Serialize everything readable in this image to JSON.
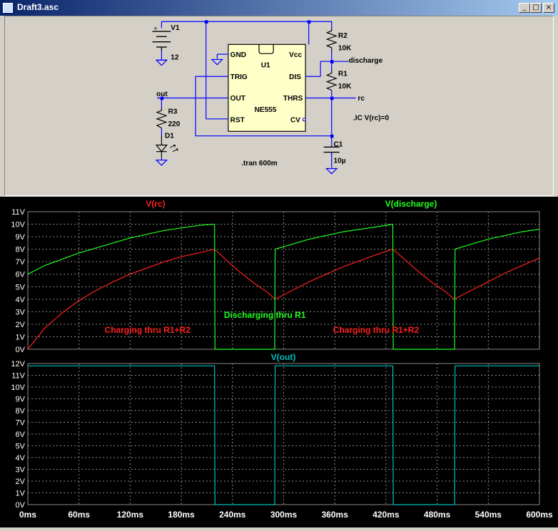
{
  "window": {
    "title": "Draft3.asc",
    "buttons": {
      "minimize": "_",
      "maximize": "□",
      "close": "×"
    }
  },
  "schematic": {
    "v1": {
      "name": "V1",
      "value": "12"
    },
    "r2": {
      "name": "R2",
      "value": "10K"
    },
    "r1": {
      "name": "R1",
      "value": "10K"
    },
    "r3": {
      "name": "R3",
      "value": "220"
    },
    "d1": {
      "name": "D1"
    },
    "c1": {
      "name": "C1",
      "value": "10µ"
    },
    "u1": {
      "name": "U1",
      "part": "NE555",
      "pins": {
        "gnd": "GND",
        "vcc": "Vcc",
        "trig": "TRIG",
        "dis": "DIS",
        "out": "OUT",
        "thrs": "THRS",
        "rst": "RST",
        "cv": "CV"
      }
    },
    "labels": {
      "discharge": "discharge",
      "rc": "rc",
      "out": "out"
    },
    "directives": {
      "ic": ".IC V(rc)=0",
      "tran": ".tran 600m"
    },
    "plus_sign": "+"
  },
  "colors": {
    "rc": "#ff2020",
    "discharge": "#20ff20",
    "out": "#00c0c0",
    "grid": "#8a8a8a",
    "axis_text": "#ffffff",
    "wire": "#0000ff",
    "component_fill": "#ffffc8"
  },
  "chart_data": [
    {
      "type": "line",
      "xlabel": "",
      "ylabel": "",
      "xlim": [
        0,
        600
      ],
      "ylim": [
        0,
        11
      ],
      "xticks": [
        "0ms",
        "60ms",
        "120ms",
        "180ms",
        "240ms",
        "300ms",
        "360ms",
        "420ms",
        "480ms",
        "540ms",
        "600ms"
      ],
      "yticks": [
        "0V",
        "1V",
        "2V",
        "3V",
        "4V",
        "5V",
        "6V",
        "7V",
        "8V",
        "9V",
        "10V",
        "11V"
      ],
      "series": [
        {
          "name": "V(rc)",
          "color": "#ff2020",
          "x": [
            0,
            20,
            40,
            60,
            80,
            100,
            120,
            140,
            160,
            180,
            200,
            219,
            235,
            250,
            265,
            280,
            290,
            310,
            330,
            350,
            370,
            390,
            410,
            428,
            445,
            460,
            475,
            490,
            500,
            520,
            540,
            560,
            580,
            600
          ],
          "y": [
            0,
            1.7,
            2.9,
            3.9,
            4.7,
            5.4,
            6.0,
            6.5,
            7.0,
            7.4,
            7.7,
            8.0,
            7.0,
            6.1,
            5.3,
            4.6,
            4.0,
            4.7,
            5.4,
            6.0,
            6.6,
            7.1,
            7.6,
            8.0,
            7.0,
            6.1,
            5.3,
            4.6,
            4.0,
            4.7,
            5.4,
            6.1,
            6.7,
            7.3
          ]
        },
        {
          "name": "V(discharge)",
          "color": "#20ff20",
          "x": [
            0,
            20,
            40,
            60,
            80,
            100,
            120,
            140,
            160,
            180,
            200,
            219,
            219.5,
            289.5,
            290,
            310,
            330,
            350,
            370,
            390,
            410,
            428,
            428.5,
            500.5,
            501,
            520,
            540,
            560,
            580,
            600
          ],
          "y": [
            6.0,
            6.7,
            7.2,
            7.7,
            8.1,
            8.5,
            8.9,
            9.2,
            9.5,
            9.7,
            9.9,
            10.0,
            0,
            0,
            8.0,
            8.4,
            8.8,
            9.1,
            9.4,
            9.6,
            9.8,
            10.0,
            0,
            0,
            8.0,
            8.4,
            8.8,
            9.1,
            9.4,
            9.6
          ]
        }
      ],
      "annotations": [
        {
          "text": "Charging thru R1+R2",
          "color": "#ff2020",
          "x": 90,
          "y": 1.3
        },
        {
          "text": "Discharging thru R1",
          "color": "#20ff20",
          "x": 230,
          "y": 2.5
        },
        {
          "text": "Charging thru R1+R2",
          "color": "#ff2020",
          "x": 358,
          "y": 1.3
        }
      ],
      "grid": true
    },
    {
      "type": "line",
      "xlabel": "",
      "ylabel": "",
      "xlim": [
        0,
        600
      ],
      "ylim": [
        0,
        12
      ],
      "xticks": [
        "0ms",
        "60ms",
        "120ms",
        "180ms",
        "240ms",
        "300ms",
        "360ms",
        "420ms",
        "480ms",
        "540ms",
        "600ms"
      ],
      "yticks": [
        "0V",
        "1V",
        "2V",
        "3V",
        "4V",
        "5V",
        "6V",
        "7V",
        "8V",
        "9V",
        "10V",
        "11V",
        "12V"
      ],
      "series": [
        {
          "name": "V(out)",
          "color": "#00c0c0",
          "x": [
            0,
            219,
            219.5,
            289.5,
            290,
            428,
            428.5,
            500.5,
            501,
            600
          ],
          "y": [
            11.8,
            11.8,
            0,
            0,
            11.8,
            11.8,
            0,
            0,
            11.8,
            11.8
          ]
        }
      ],
      "grid": true
    }
  ]
}
